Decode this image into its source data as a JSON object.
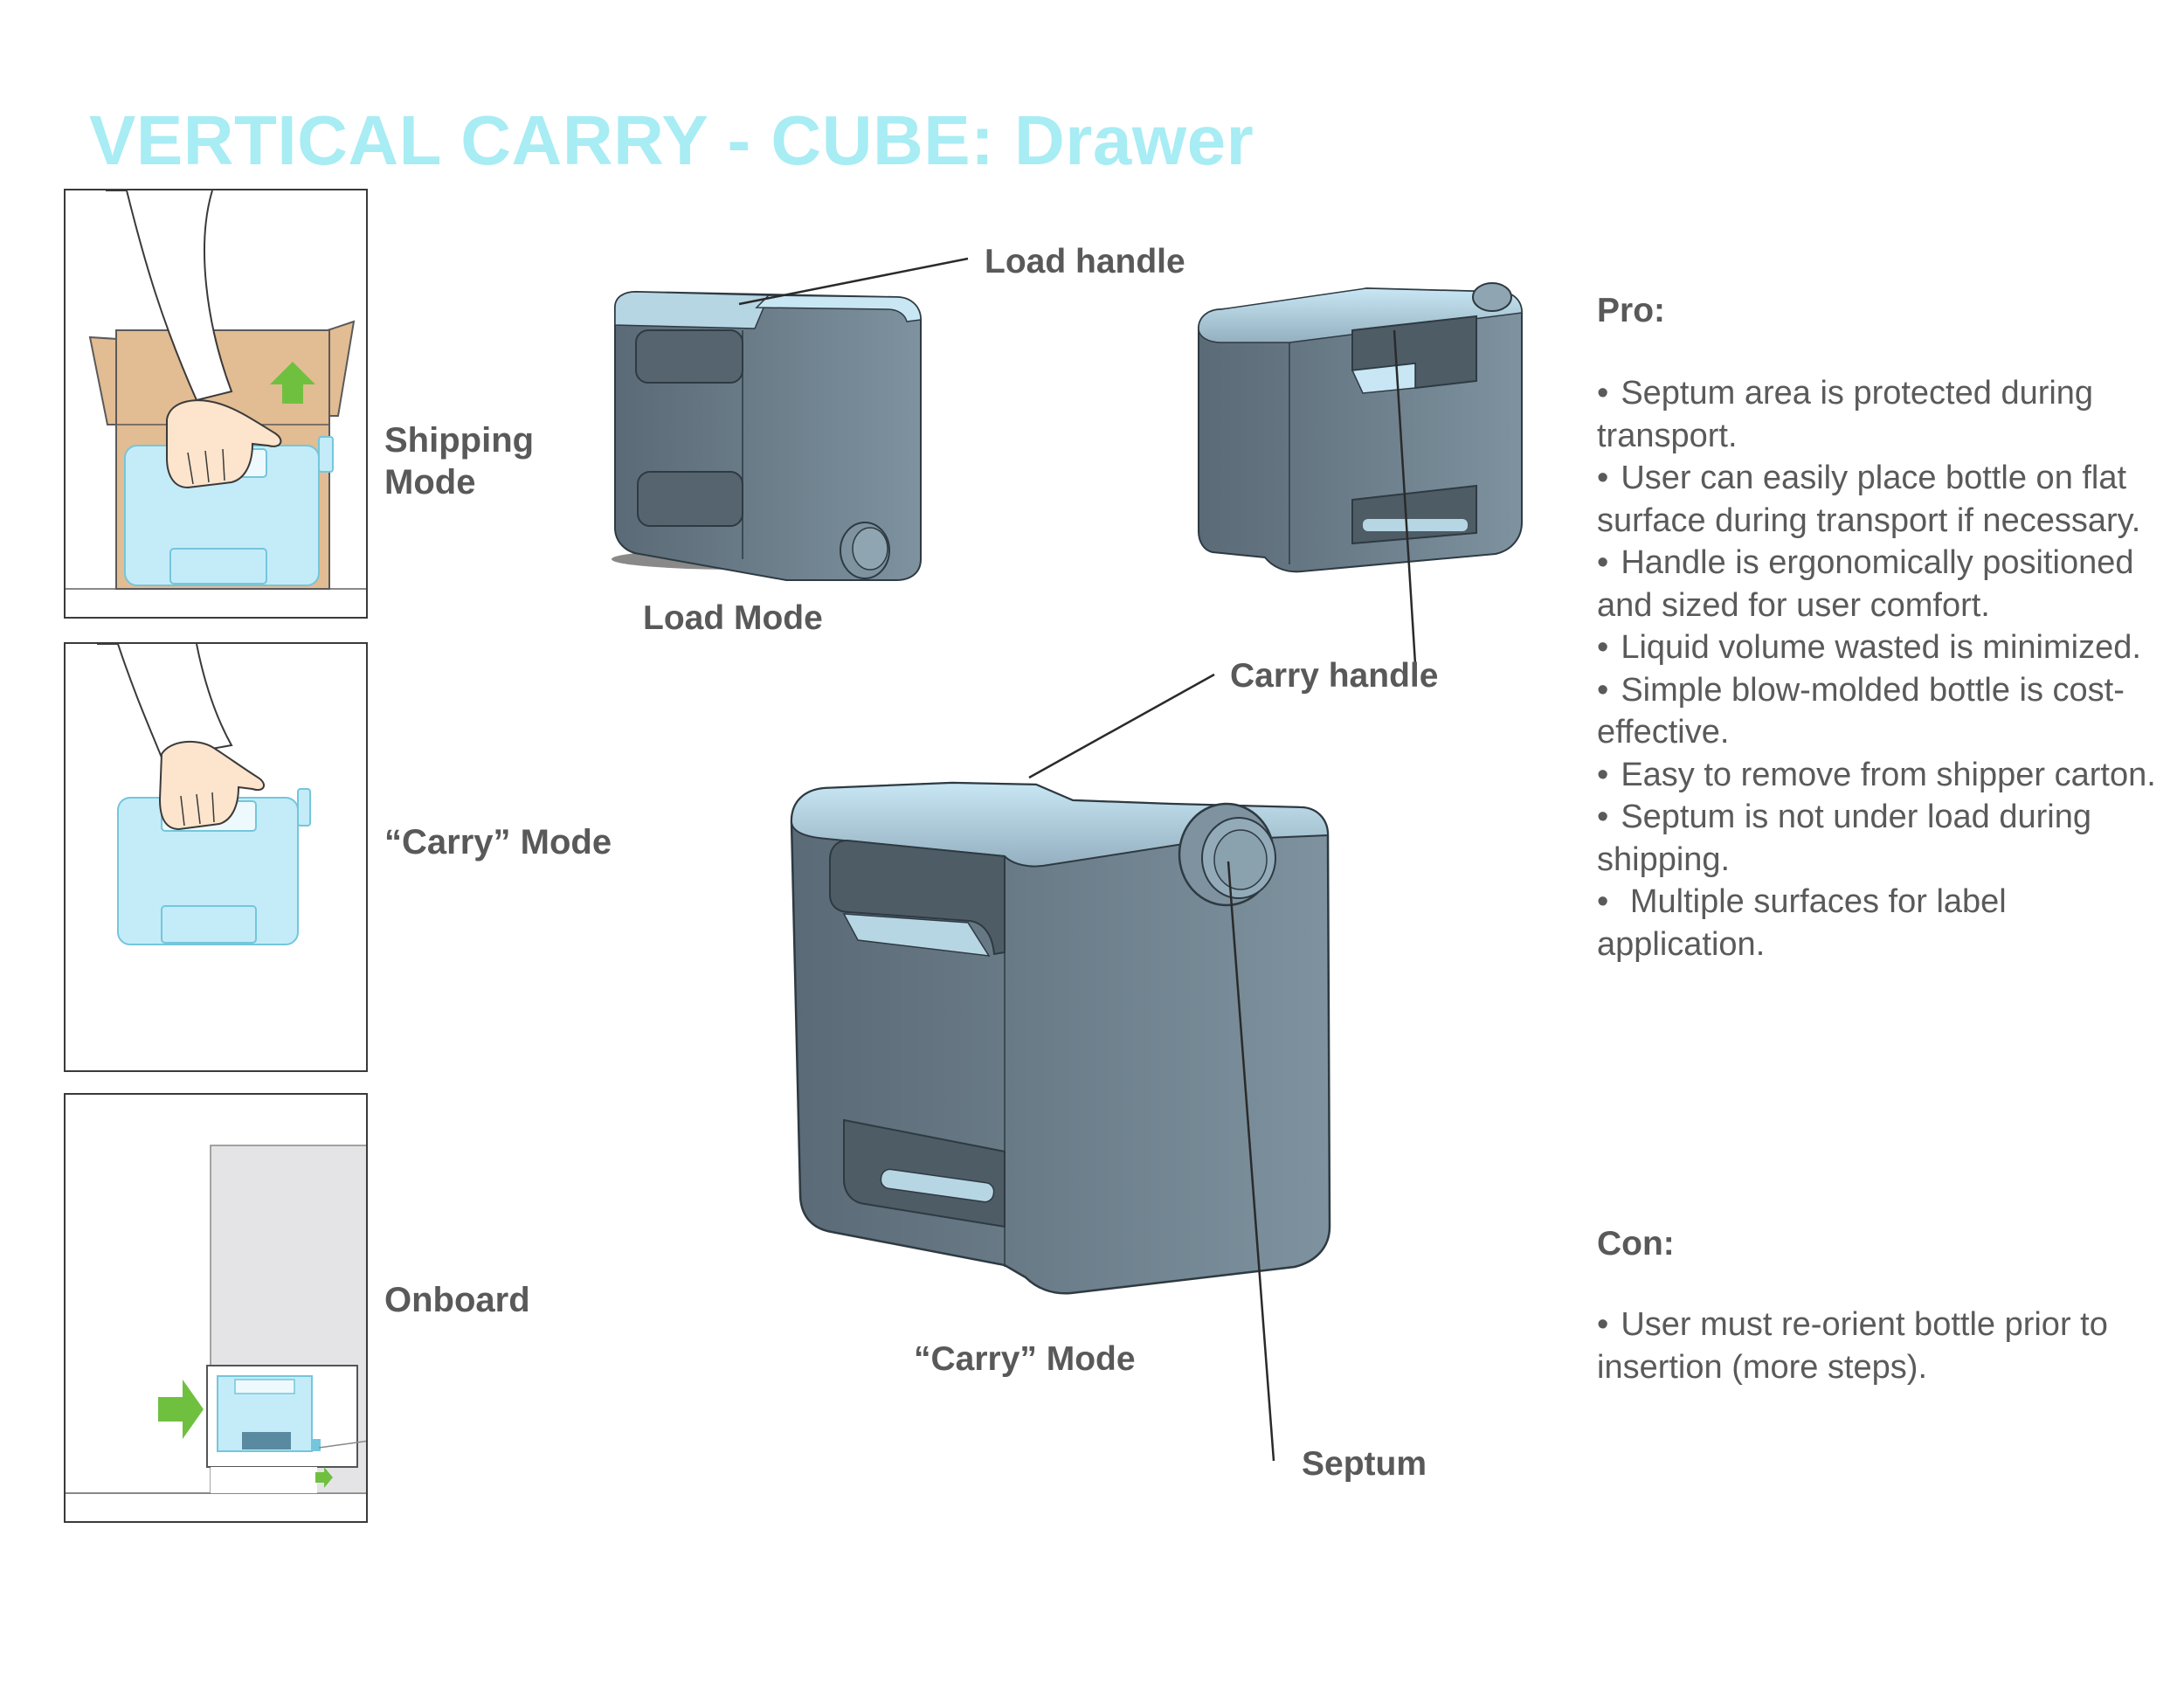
{
  "title": "VERTICAL CARRY - CUBE: Drawer",
  "panels": [
    {
      "label_line1": "Shipping",
      "label_line2": "Mode"
    },
    {
      "label": "“Carry” Mode"
    },
    {
      "label": "Onboard"
    }
  ],
  "callouts": {
    "load_handle": "Load handle",
    "load_mode": "Load Mode",
    "carry_handle": "Carry handle",
    "carry_mode": "“Carry” Mode",
    "septum": "Septum"
  },
  "pro": {
    "heading": "Pro:",
    "items": [
      "Septum area is protected during transport.",
      "User can easily place bottle on flat surface during transport if necessary.",
      "Handle is ergonomically positioned and sized for user comfort.",
      "Liquid volume wasted is minimized.",
      "Simple blow-molded bottle is cost-effective.",
      "Easy to remove from shipper carton.",
      "Septum is not under load during shipping.",
      " Multiple surfaces for label application."
    ]
  },
  "con": {
    "heading": "Con:",
    "items": [
      "User must re-orient bottle prior to insertion (more steps)."
    ]
  },
  "colors": {
    "title": "#a8ecf4",
    "bottle_body": "#7e929f",
    "bottle_light": "#b8dbe9",
    "bottle_cyan": "#c4ecf8",
    "box_tan": "#e2bc92",
    "arrow_green": "#70c040"
  }
}
